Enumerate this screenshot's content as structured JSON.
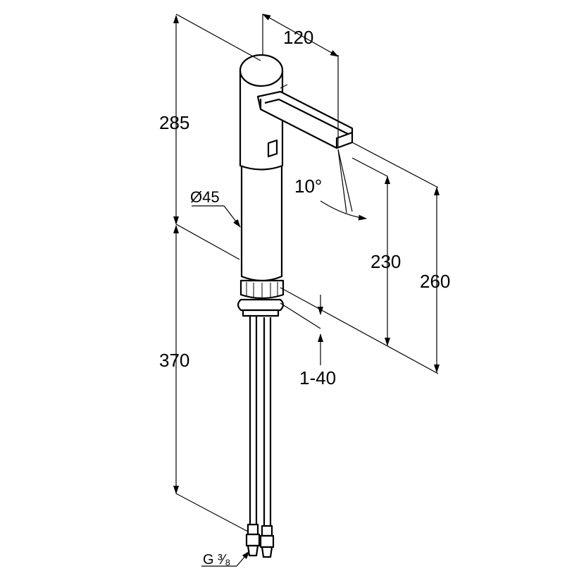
{
  "dimensions": {
    "spout_projection": "120",
    "overall_height": "285",
    "body_diameter": "Ø45",
    "spray_angle": "10°",
    "outlet_height": "230",
    "spout_top_height": "260",
    "deck_thickness": "1-40",
    "hose_length": "370",
    "connection_thread": "G ³⁄₈"
  },
  "colors": {
    "line": "#000000",
    "background": "#ffffff"
  }
}
